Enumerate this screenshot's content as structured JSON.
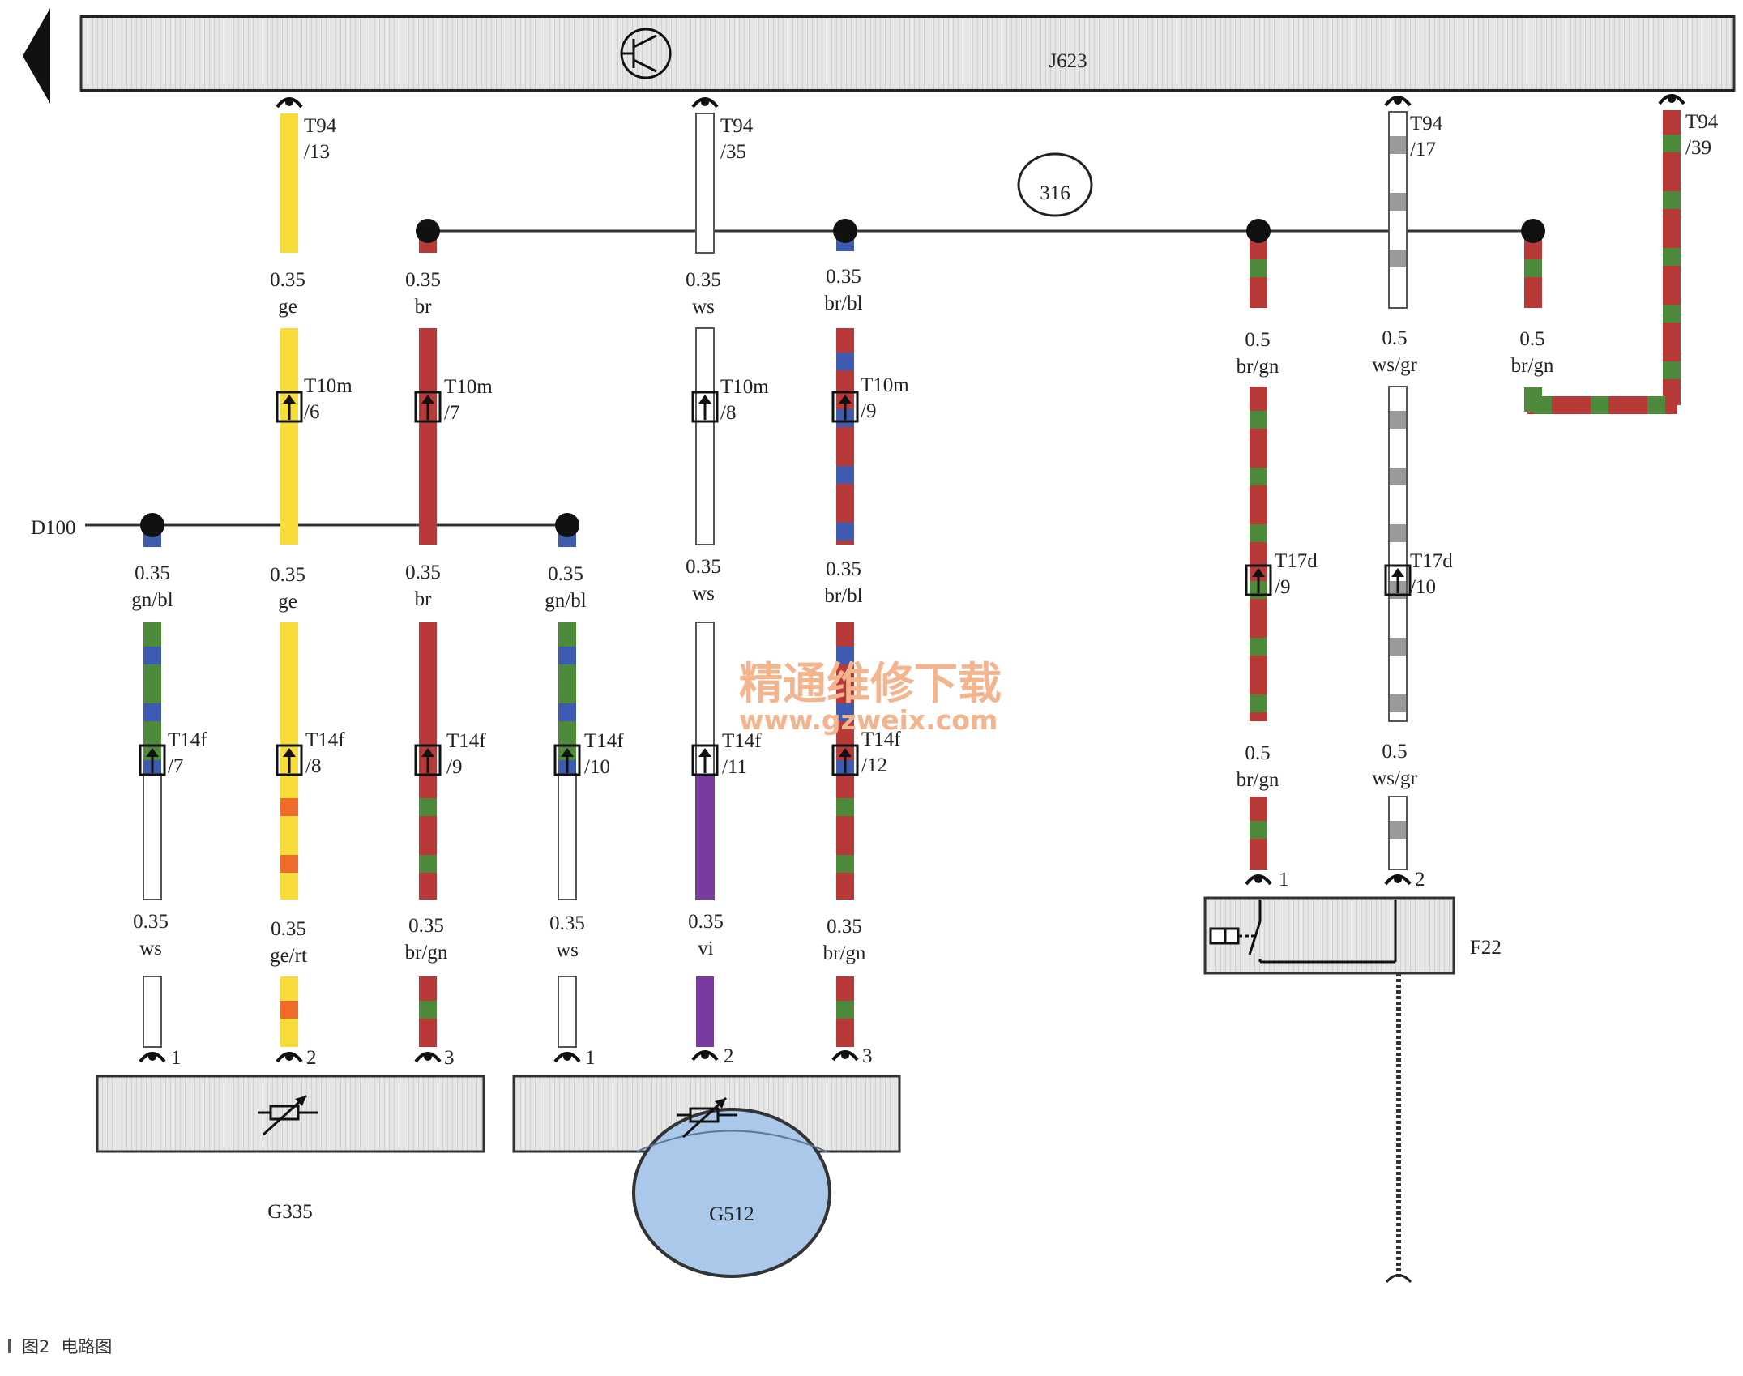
{
  "ecu": {
    "name": "J623"
  },
  "reference_circle": "316",
  "ground_point": "D100",
  "connectors": {
    "t94_13": [
      "T94",
      "/13"
    ],
    "t94_35": [
      "T94",
      "/35"
    ],
    "t94_17": [
      "T94",
      "/17"
    ],
    "t94_39": [
      "T94",
      "/39"
    ],
    "t10m_6": [
      "T10m",
      "/6"
    ],
    "t10m_7": [
      "T10m",
      "/7"
    ],
    "t10m_8": [
      "T10m",
      "/8"
    ],
    "t10m_9": [
      "T10m",
      "/9"
    ],
    "t14f_7": [
      "T14f",
      "/7"
    ],
    "t14f_8": [
      "T14f",
      "/8"
    ],
    "t14f_9": [
      "T14f",
      "/9"
    ],
    "t14f_10": [
      "T14f",
      "/10"
    ],
    "t14f_11": [
      "T14f",
      "/11"
    ],
    "t14f_12": [
      "T14f",
      "/12"
    ],
    "t17d_9": [
      "T17d",
      "/9"
    ],
    "t17d_10": [
      "T17d",
      "/10"
    ]
  },
  "wire_labels": {
    "w1": [
      "0.35",
      "ge"
    ],
    "w2": [
      "0.35",
      "br"
    ],
    "w3": [
      "0.35",
      "ws"
    ],
    "w4": [
      "0.35",
      "br/bl"
    ],
    "w5": [
      "0.5",
      "br/gn"
    ],
    "w6": [
      "0.5",
      "ws/gr"
    ],
    "w7": [
      "0.5",
      "br/gn"
    ],
    "w8": [
      "0.35",
      "gn/bl"
    ],
    "w9": [
      "0.35",
      "ge"
    ],
    "w10": [
      "0.35",
      "br"
    ],
    "w11": [
      "0.35",
      "gn/bl"
    ],
    "w12": [
      "0.35",
      "ws"
    ],
    "w13": [
      "0.35",
      "br/bl"
    ],
    "w14": [
      "0.5",
      "br/gn"
    ],
    "w15": [
      "0.5",
      "ws/gr"
    ],
    "w16": [
      "0.35",
      "ws"
    ],
    "w17": [
      "0.35",
      "ge/rt"
    ],
    "w18": [
      "0.35",
      "br/gn"
    ],
    "w19": [
      "0.35",
      "ws"
    ],
    "w20": [
      "0.35",
      "vi"
    ],
    "w21": [
      "0.35",
      "br/gn"
    ]
  },
  "pins": {
    "g335_1": "1",
    "g335_2": "2",
    "g335_3": "3",
    "g512_1": "1",
    "g512_2": "2",
    "g512_3": "3",
    "f22_1": "1",
    "f22_2": "2"
  },
  "components": {
    "g335": "G335",
    "g512": "G512",
    "f22": "F22"
  },
  "watermark": {
    "line1": "精通维修下载",
    "line2": "www.gzweix.com"
  },
  "caption": {
    "figure": "图2",
    "title": "电路图"
  },
  "colors": {
    "ge": "#f7dc3a",
    "br": "#b83a38",
    "ws": "#ffffff",
    "gn": "#4e8a3c",
    "bl": "#3d5bb0",
    "gr": "#9a9a9a",
    "rt": "#f06a2a",
    "vi": "#7a3aa0",
    "box_fill": "#e9e9e9",
    "sensor_fill": "#aac8ea"
  }
}
